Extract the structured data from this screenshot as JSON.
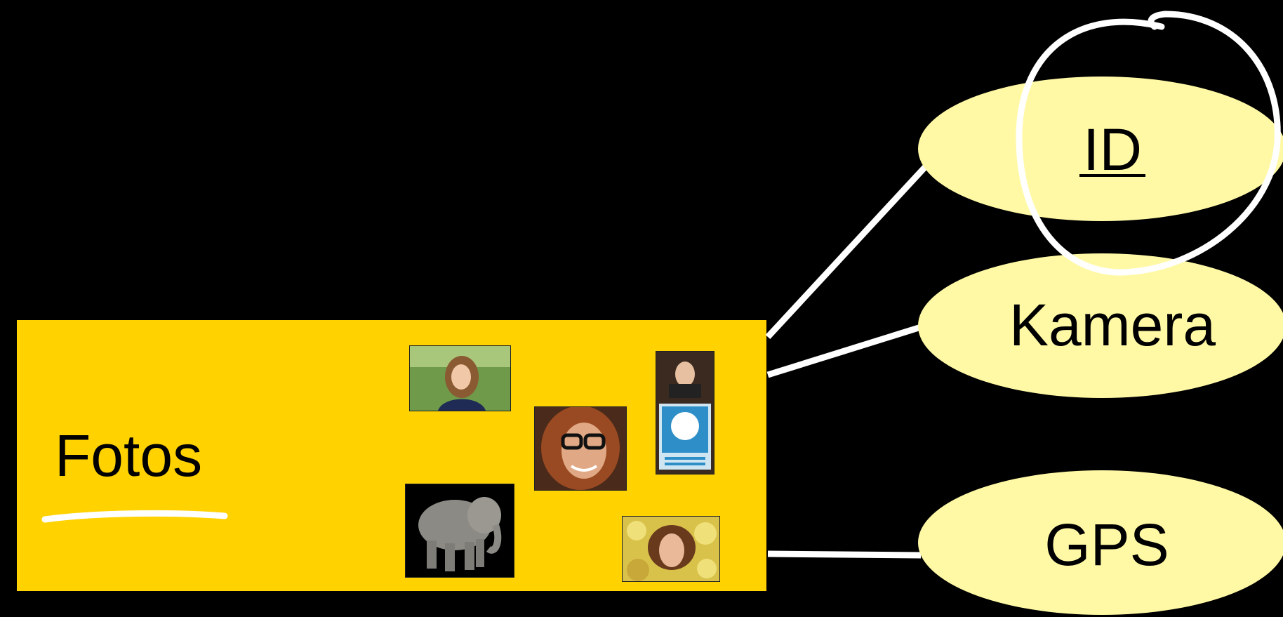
{
  "colors": {
    "background": "#000000",
    "fotos_box": "#FFD200",
    "ellipse": "#FFF9A6",
    "connector": "#FFFFFF",
    "annotation": "#FFFFFF"
  },
  "fotos": {
    "label": "Fotos"
  },
  "nodes": [
    {
      "id": "id",
      "label": "ID"
    },
    {
      "id": "kamera",
      "label": "Kamera"
    },
    {
      "id": "gps",
      "label": "GPS"
    }
  ],
  "photos": [
    "girl-portrait",
    "bearded-man-portrait",
    "elephant",
    "man-with-poster",
    "woman-in-flowers"
  ]
}
